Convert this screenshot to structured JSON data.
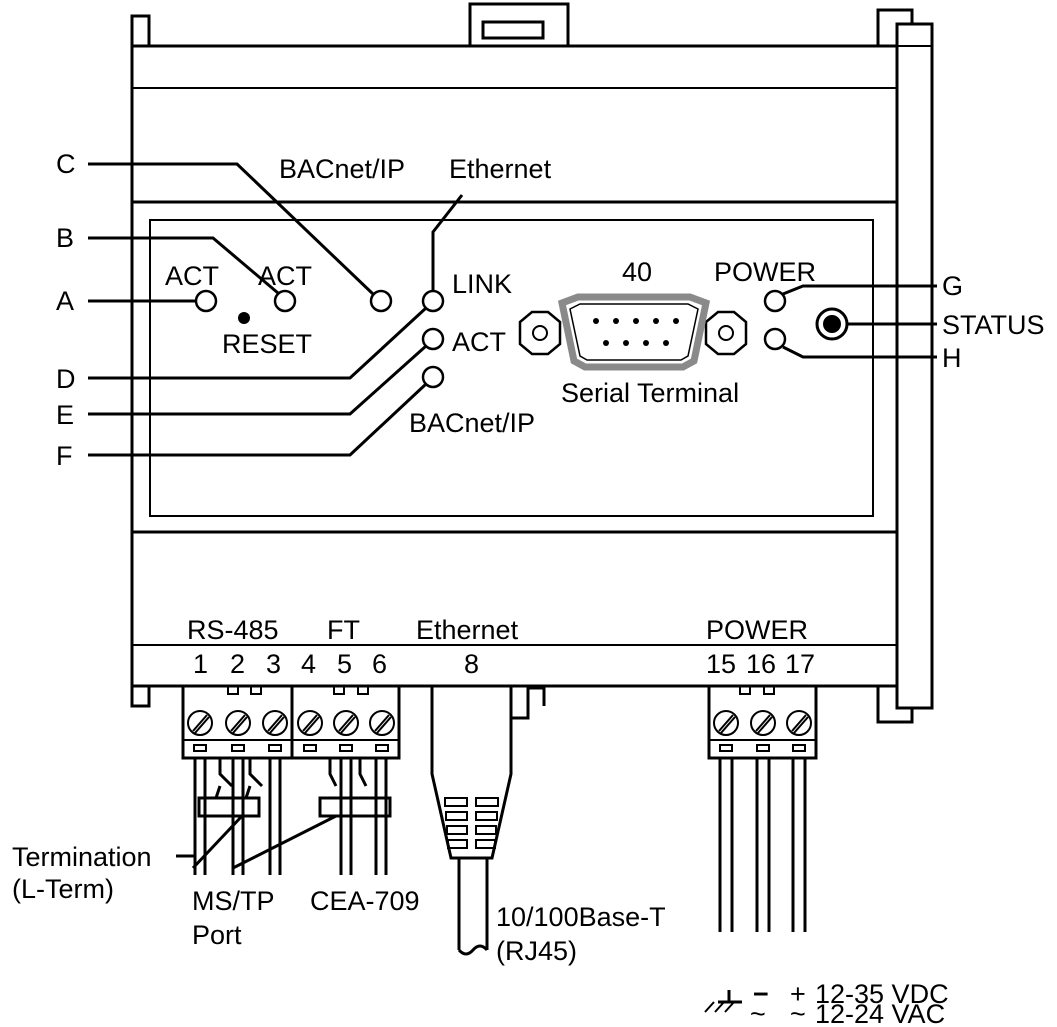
{
  "panel": {
    "bacnet_ip_top": "BACnet/IP",
    "ethernet_top": "Ethernet",
    "act_a": "ACT",
    "act_b": "ACT",
    "reset": "RESET",
    "link": "LINK",
    "act_e": "ACT",
    "bacnet_ip_f": "BACnet/IP",
    "serial_number": "40",
    "serial_terminal": "Serial Terminal",
    "power": "POWER",
    "status": "STATUS"
  },
  "callouts": {
    "a": "A",
    "b": "B",
    "c": "C",
    "d": "D",
    "e": "E",
    "f": "F",
    "g": "G",
    "h": "H"
  },
  "terminals": {
    "rs485": "RS-485",
    "ft": "FT",
    "ethernet": "Ethernet",
    "power": "POWER",
    "n1": "1",
    "n2": "2",
    "n3": "3",
    "n4": "4",
    "n5": "5",
    "n6": "6",
    "n8": "8",
    "n15": "15",
    "n16": "16",
    "n17": "17"
  },
  "wiring": {
    "termination": "Termination",
    "l_term": "(L-Term)",
    "mstp": "MS/TP",
    "port": "Port",
    "cea709": "CEA-709",
    "base_t": "10/100Base-T",
    "rj45": "(RJ45)",
    "dc_minus": "−",
    "dc_plus": "+",
    "vdc": "12-35 VDC",
    "ac1": "~",
    "ac2": "~",
    "vac": "12-24 VAC"
  }
}
